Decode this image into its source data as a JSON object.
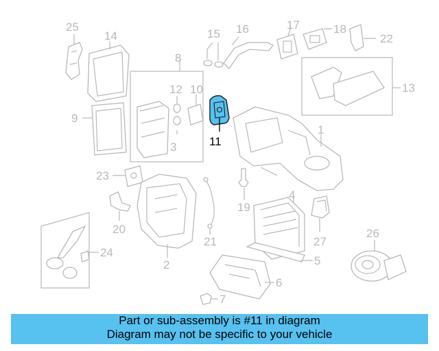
{
  "diagram": {
    "callouts": [
      "25",
      "14",
      "15",
      "16",
      "17",
      "18",
      "22",
      "8",
      "12",
      "10",
      "3",
      "9",
      "13",
      "11",
      "1",
      "23",
      "19",
      "4",
      "20",
      "21",
      "27",
      "26",
      "24",
      "2",
      "5",
      "6",
      "7"
    ],
    "highlighted_part": "11",
    "highlight_color": "#57c1f0"
  },
  "banner": {
    "line1": "Part or sub-assembly is #11 in diagram",
    "line2": "Diagram may not be specific to your vehicle",
    "background": "#57c1f0"
  }
}
